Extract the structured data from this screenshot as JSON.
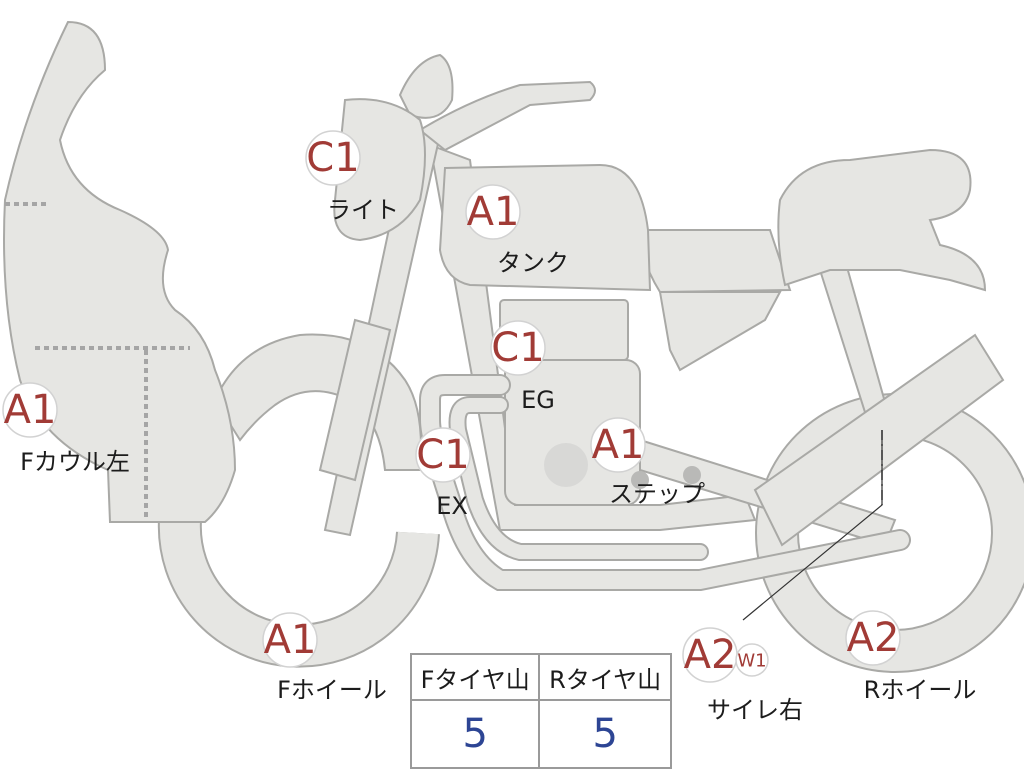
{
  "parts": [
    {
      "id": "light",
      "code": "C1",
      "label": "ライト"
    },
    {
      "id": "tank",
      "code": "A1",
      "label": "タンク"
    },
    {
      "id": "engine",
      "code": "C1",
      "label": "EG"
    },
    {
      "id": "front-cowl-left",
      "code": "A1",
      "label": "Fカウル左"
    },
    {
      "id": "exhaust",
      "code": "C1",
      "label": "EX"
    },
    {
      "id": "step",
      "code": "A1",
      "label": "ステップ"
    },
    {
      "id": "front-wheel",
      "code": "A1",
      "label": "Fホイール"
    },
    {
      "id": "silencer-right",
      "code": "A2",
      "code2": "W1",
      "label": "サイレ右"
    },
    {
      "id": "rear-wheel",
      "code": "A2",
      "label": "Rホイール"
    }
  ],
  "tire_table": {
    "headers": [
      "Fタイヤ山",
      "Rタイヤ山"
    ],
    "values": [
      "5",
      "5"
    ]
  },
  "colors": {
    "part_fill": "#e6e6e3",
    "outline": "#a9a9a6",
    "code_text": "#a13b36",
    "value_text": "#2d4594"
  }
}
